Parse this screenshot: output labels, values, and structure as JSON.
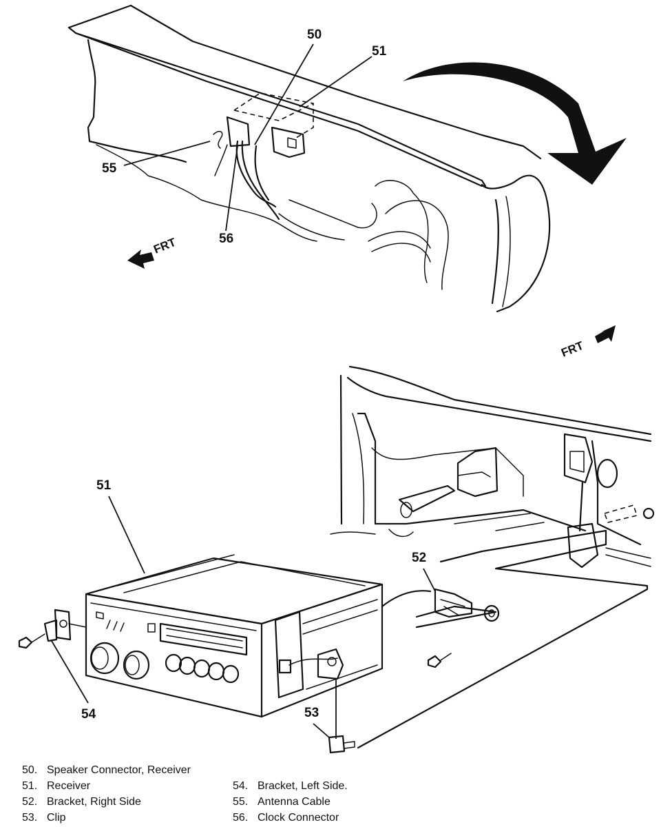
{
  "callouts": {
    "c50_top": "50",
    "c51_top": "51",
    "c55": "55",
    "c56": "56",
    "c51_bottom": "51",
    "c52": "52",
    "c53": "53",
    "c54": "54"
  },
  "frt_label_top": "FRT",
  "frt_label_bottom": "FRT",
  "legend": {
    "column1": [
      {
        "num": "50.",
        "label": "Speaker Connector, Receiver"
      },
      {
        "num": "51.",
        "label": "Receiver"
      },
      {
        "num": "52.",
        "label": "Bracket, Right Side"
      },
      {
        "num": "53.",
        "label": "Clip"
      }
    ],
    "column2": [
      {
        "num": "54.",
        "label": "Bracket, Left Side."
      },
      {
        "num": "55.",
        "label": "Antenna Cable"
      },
      {
        "num": "56.",
        "label": "Clock Connector"
      }
    ]
  }
}
